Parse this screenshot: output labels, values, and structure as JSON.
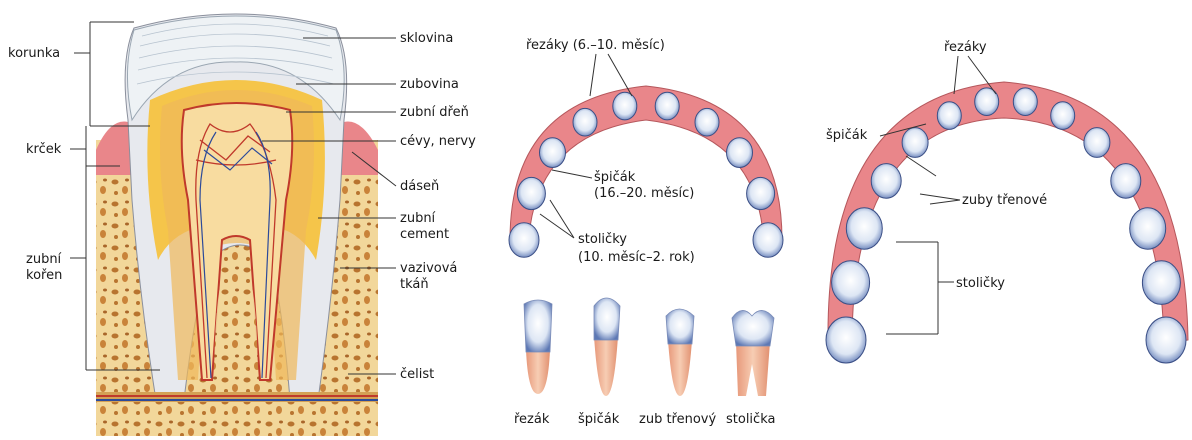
{
  "tooth_section": {
    "labels": {
      "korunka": "korunka",
      "krcek": "krček",
      "koren_line1": "zubní",
      "koren_line2": "kořen",
      "sklovina": "sklovina",
      "zubovina": "zubovina",
      "zubni_dren": "zubní dřeň",
      "cevy_nervy": "cévy, nervy",
      "dasen": "dáseň",
      "cement_line1": "zubní",
      "cement_line2": "cement",
      "vaziva_line1": "vazivová",
      "vaziva_line2": "tkáň",
      "celist": "čelist"
    }
  },
  "primary_arch": {
    "labels": {
      "rezaky": "řezáky (6.–10. měsíc)",
      "spicak_line1": "špičák",
      "spicak_line2": "(16.–20. měsíc)",
      "stolicky_line1": "stoličky",
      "stolicky_line2": "(10. měsíc–2. rok)"
    }
  },
  "tooth_types": {
    "items": [
      "řezák",
      "špičák",
      "zub třenový",
      "stolička"
    ]
  },
  "permanent_arch": {
    "labels": {
      "rezaky": "řezáky",
      "spicak": "špičák",
      "zuby_trenove": "zuby třenové",
      "stolicky": "stoličky"
    }
  },
  "colors": {
    "bone": "#f2d79a",
    "bone_spot": "#b8742f",
    "enamel": "#e8eef3",
    "dentin": "#f5c54a",
    "pulp": "#f0b85a",
    "gum": "#e9868a",
    "root": "#efb08e",
    "tooth_blue": "#6d86bd"
  }
}
